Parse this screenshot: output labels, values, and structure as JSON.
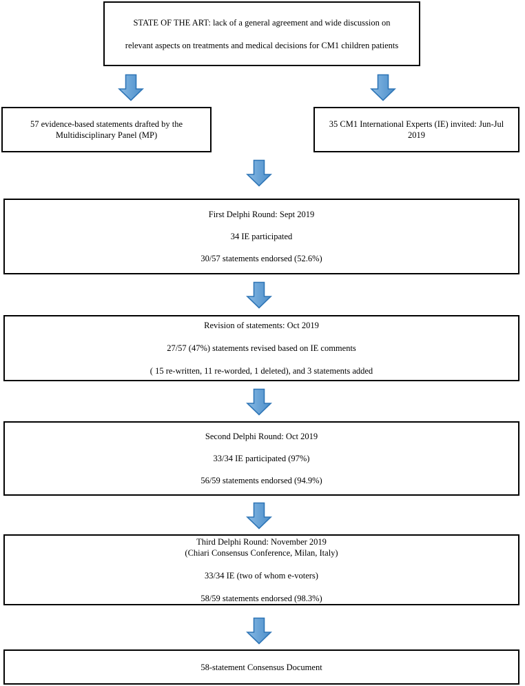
{
  "diagram": {
    "title": "Delphi consensus process flowchart",
    "type": "flowchart",
    "orientation": "top-to-bottom",
    "colors": {
      "box_border": "#000000",
      "box_fill": "#ffffff",
      "arrow_fill": "#5B9BD5",
      "arrow_fill_light": "#87B9E3",
      "arrow_border": "#2E75B6",
      "text": "#000000"
    },
    "nodes": [
      {
        "id": "state-of-the-art",
        "lines": [
          "STATE OF THE ART: lack of a general agreement and wide discussion on",
          "relevant aspects on treatments and medical decisions for CM1 children patients"
        ]
      },
      {
        "id": "statements",
        "lines": [
          "57 evidence-based statements drafted by the",
          "Multidisciplinary Panel (MP)"
        ]
      },
      {
        "id": "experts",
        "lines": [
          "35 CM1 International Experts (IE)  invited: Jun-Jul",
          "2019"
        ]
      },
      {
        "id": "round1",
        "lines": [
          "First Delphi Round: Sept 2019",
          "34 IE participated",
          "30/57 statements endorsed (52.6%)"
        ]
      },
      {
        "id": "revision",
        "lines": [
          "Revision of statements: Oct 2019",
          "27/57 (47%) statements revised based on IE comments",
          "( 15 re-written, 11 re-worded, 1 deleted), and 3 statements added"
        ]
      },
      {
        "id": "round2",
        "lines": [
          "Second Delphi Round: Oct 2019",
          "33/34 IE participated (97%)",
          "56/59 statements endorsed (94.9%)"
        ]
      },
      {
        "id": "round3",
        "lines": [
          "Third Delphi Round: November 2019",
          "(Chiari Consensus Conference, Milan, Italy)",
          "33/34 IE (two of whom e-voters)",
          "58/59 statements endorsed (98.3%)"
        ]
      },
      {
        "id": "consensus",
        "lines": [
          "58-statement Consensus Document"
        ]
      }
    ],
    "arrows": [
      {
        "id": "arrow-1",
        "from": "state-of-the-art",
        "to": "statements"
      },
      {
        "id": "arrow-2",
        "from": "state-of-the-art",
        "to": "experts"
      },
      {
        "id": "arrow-3",
        "from": "statements",
        "to": "round1"
      },
      {
        "id": "arrow-4",
        "from": "round1",
        "to": "revision"
      },
      {
        "id": "arrow-5",
        "from": "revision",
        "to": "round2"
      },
      {
        "id": "arrow-6",
        "from": "round2",
        "to": "round3"
      },
      {
        "id": "arrow-7",
        "from": "round3",
        "to": "consensus"
      }
    ]
  }
}
